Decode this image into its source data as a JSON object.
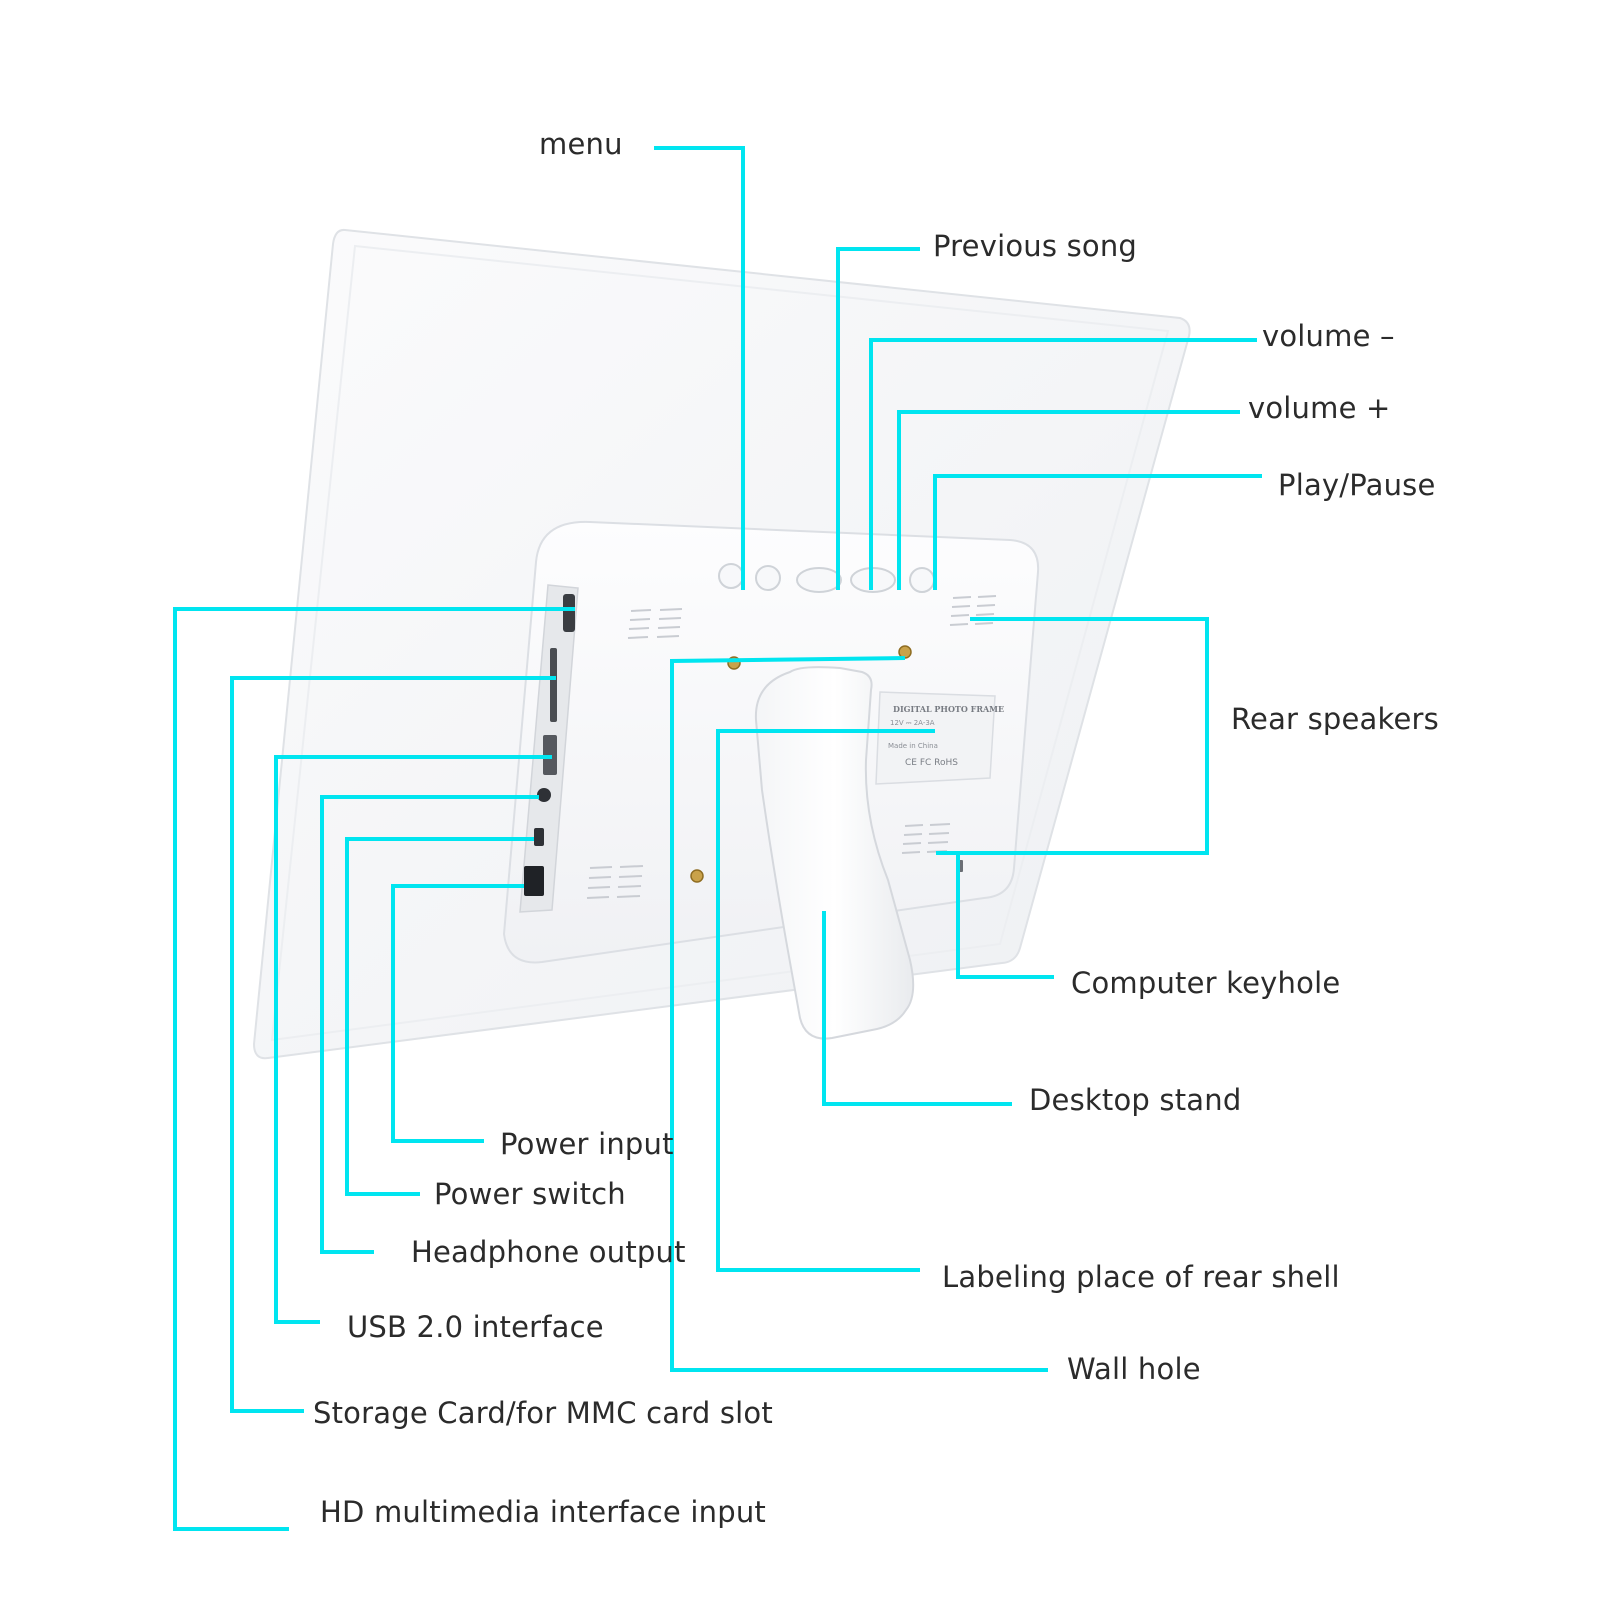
{
  "colors": {
    "leader": "#00e5f0",
    "text": "#2b2b2b",
    "device": "#f6f7f9",
    "device_edge": "#dfe2e6",
    "background": "#ffffff"
  },
  "device_label": {
    "title": "DIGITAL PHOTO FRAME",
    "rating": "12V ⎓ 2A-3A",
    "origin": "Made in China",
    "certs": "CE FC RoHS"
  },
  "callouts": [
    {
      "id": "menu",
      "text": "menu"
    },
    {
      "id": "previous-song",
      "text": "Previous song"
    },
    {
      "id": "volume-minus",
      "text": "volume –"
    },
    {
      "id": "volume-plus",
      "text": "volume +"
    },
    {
      "id": "play-pause",
      "text": "Play/Pause"
    },
    {
      "id": "rear-speakers",
      "text": "Rear speakers"
    },
    {
      "id": "computer-keyhole",
      "text": "Computer keyhole"
    },
    {
      "id": "desktop-stand",
      "text": "Desktop stand"
    },
    {
      "id": "labeling-place",
      "text": "Labeling place of rear shell"
    },
    {
      "id": "wall-hole",
      "text": "Wall hole"
    },
    {
      "id": "power-input",
      "text": "Power input"
    },
    {
      "id": "power-switch",
      "text": "Power switch"
    },
    {
      "id": "headphone-output",
      "text": "Headphone output"
    },
    {
      "id": "usb-interface",
      "text": "USB 2.0 interface"
    },
    {
      "id": "storage-card-slot",
      "text": "Storage Card/for MMC card slot"
    },
    {
      "id": "hd-multimedia-input",
      "text": "HD multimedia interface input"
    }
  ]
}
